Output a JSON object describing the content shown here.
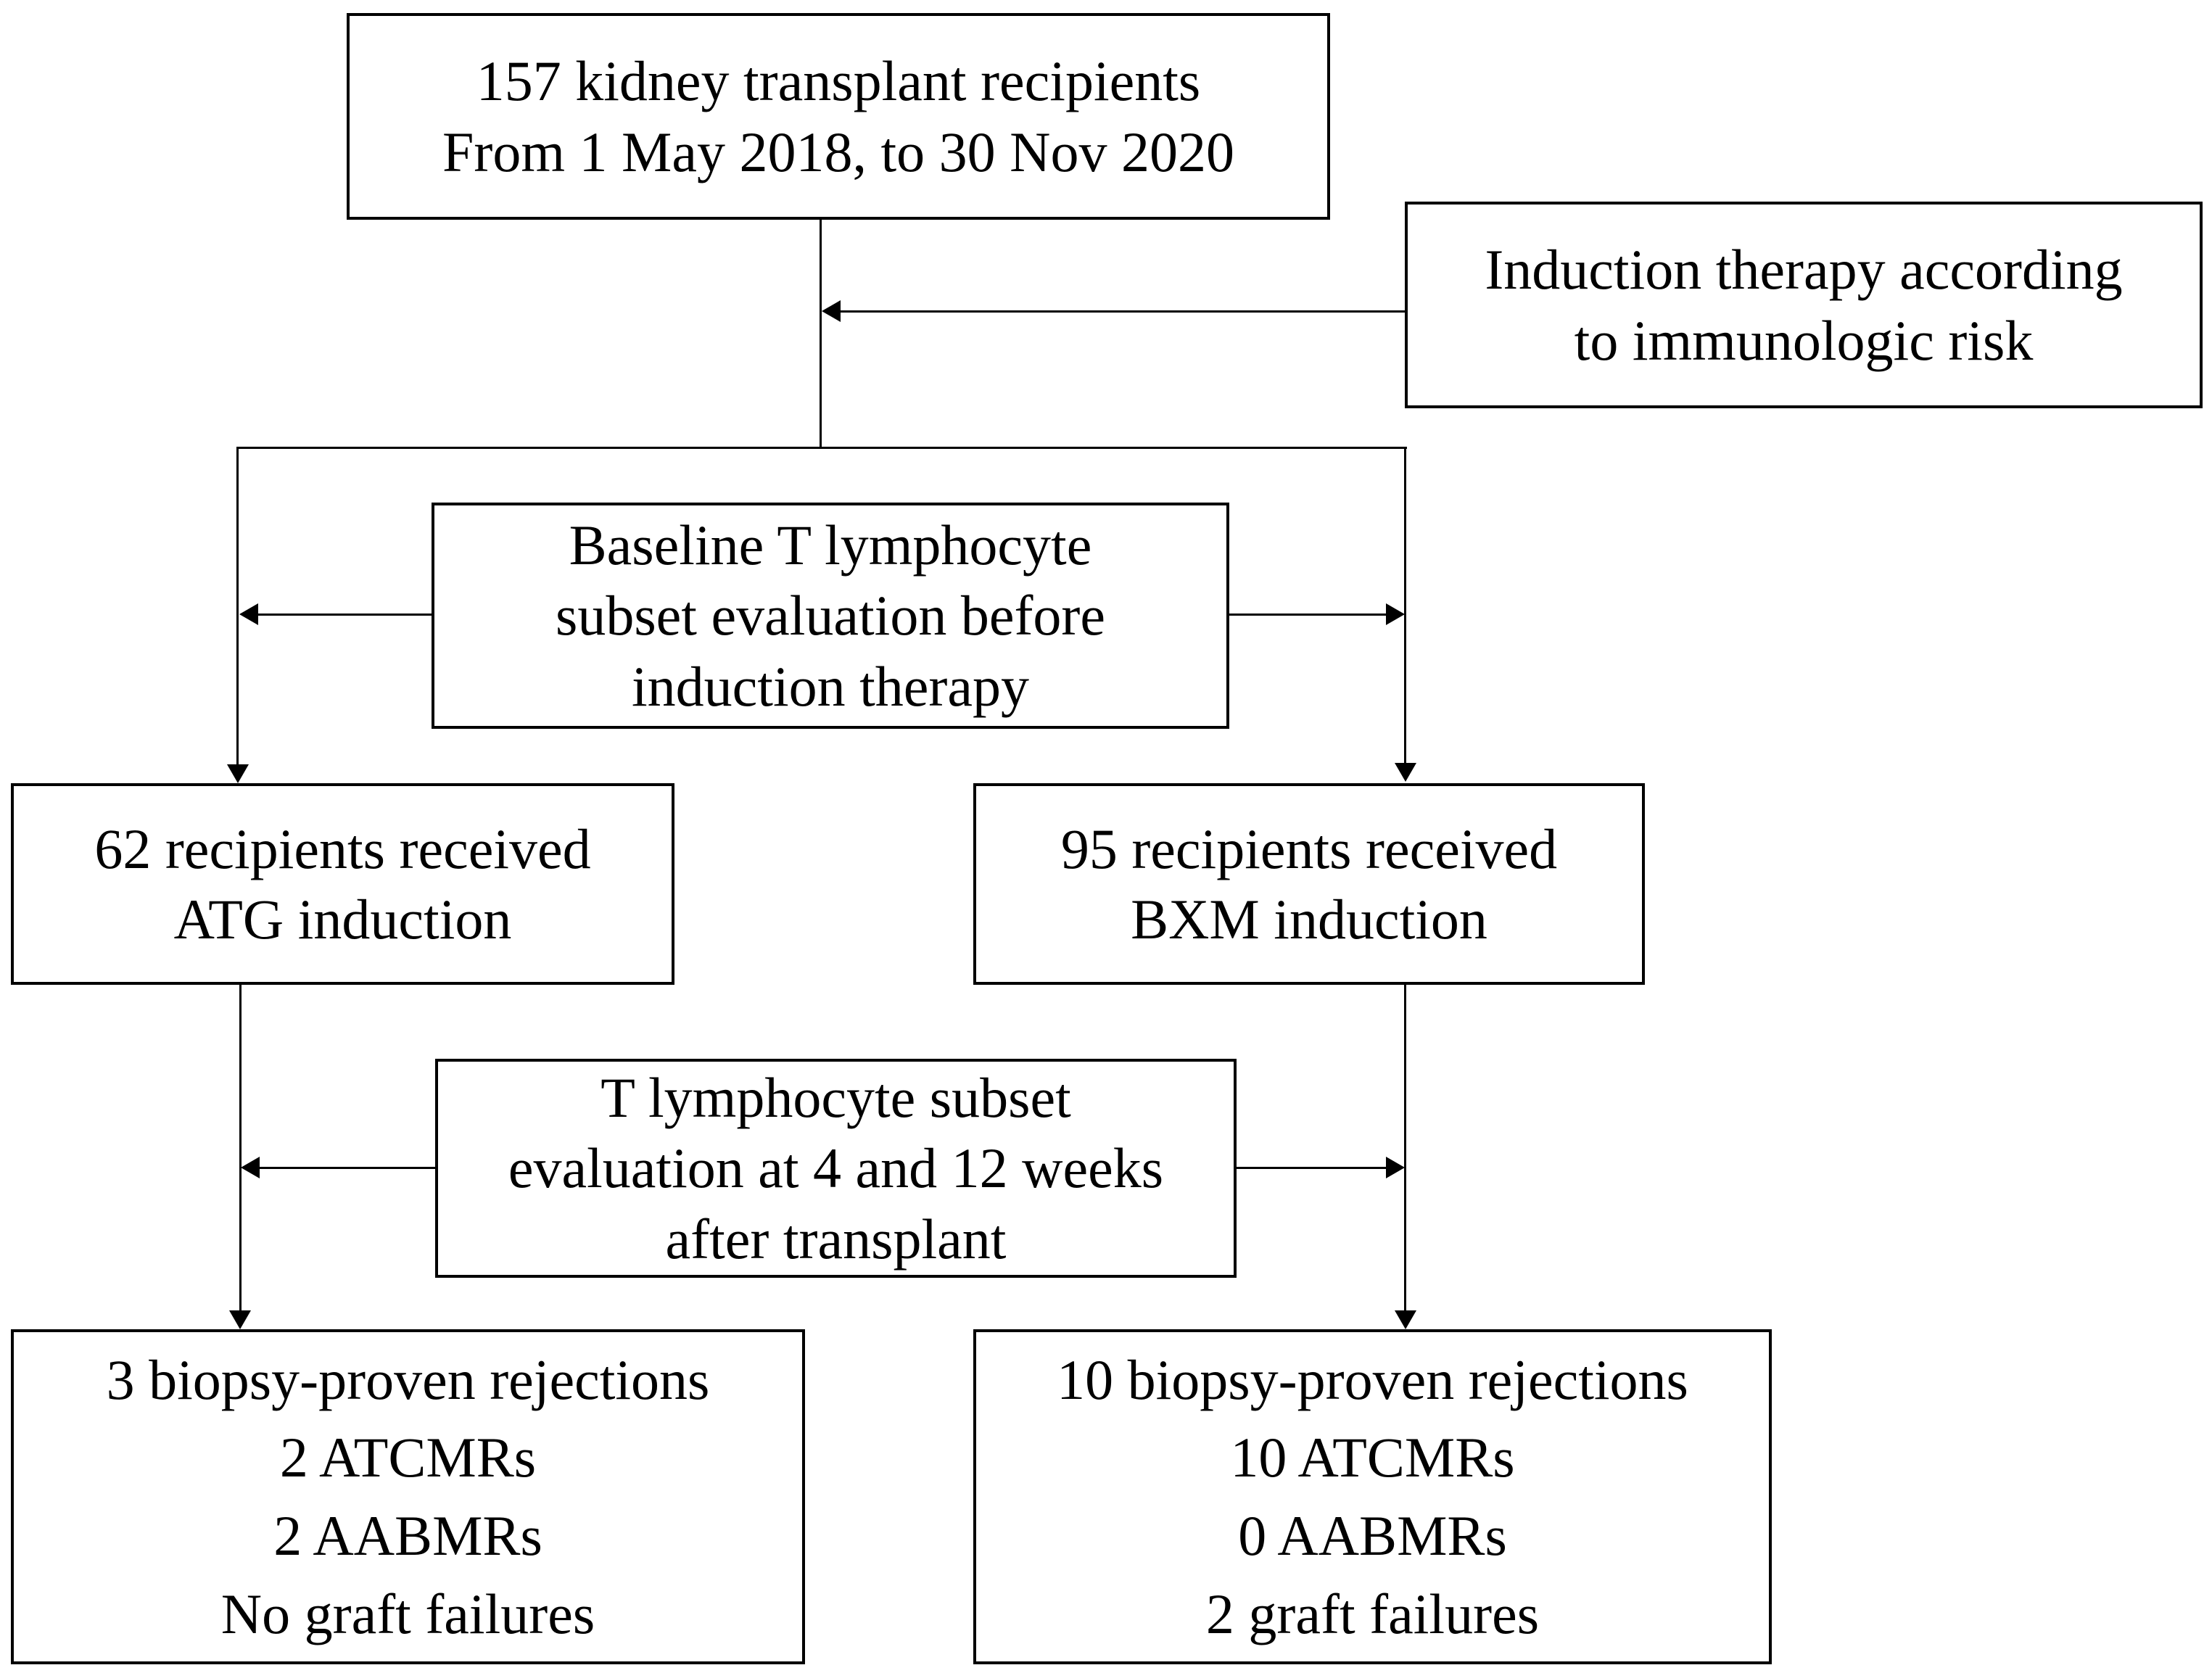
{
  "diagram": {
    "type": "flowchart",
    "colors": {
      "line": "#000000",
      "background": "#ffffff",
      "text": "#000000"
    },
    "nodes": {
      "total_recipients": {
        "lines": [
          "157 kidney transplant recipients",
          "From 1 May 2018, to 30 Nov 2020"
        ]
      },
      "induction_therapy": {
        "lines": [
          "Induction therapy according",
          "to immunologic risk"
        ]
      },
      "baseline_evaluation": {
        "lines": [
          "Baseline T lymphocyte",
          "subset evaluation before",
          "induction therapy"
        ]
      },
      "atg_induction": {
        "lines": [
          "62 recipients received",
          "ATG induction"
        ]
      },
      "bxm_induction": {
        "lines": [
          "95 recipients received",
          "BXM induction"
        ]
      },
      "followup_evaluation": {
        "lines": [
          "T lymphocyte subset",
          "evaluation at 4 and 12 weeks",
          "after transplant"
        ]
      },
      "atg_outcomes": {
        "lines": [
          "3 biopsy-proven rejections",
          "2 ATCMRs",
          "2 AABMRs",
          "No graft failures"
        ]
      },
      "bxm_outcomes": {
        "lines": [
          "10 biopsy-proven rejections",
          "10 ATCMRs",
          "0 AABMRs",
          "2 graft failures"
        ]
      }
    }
  }
}
